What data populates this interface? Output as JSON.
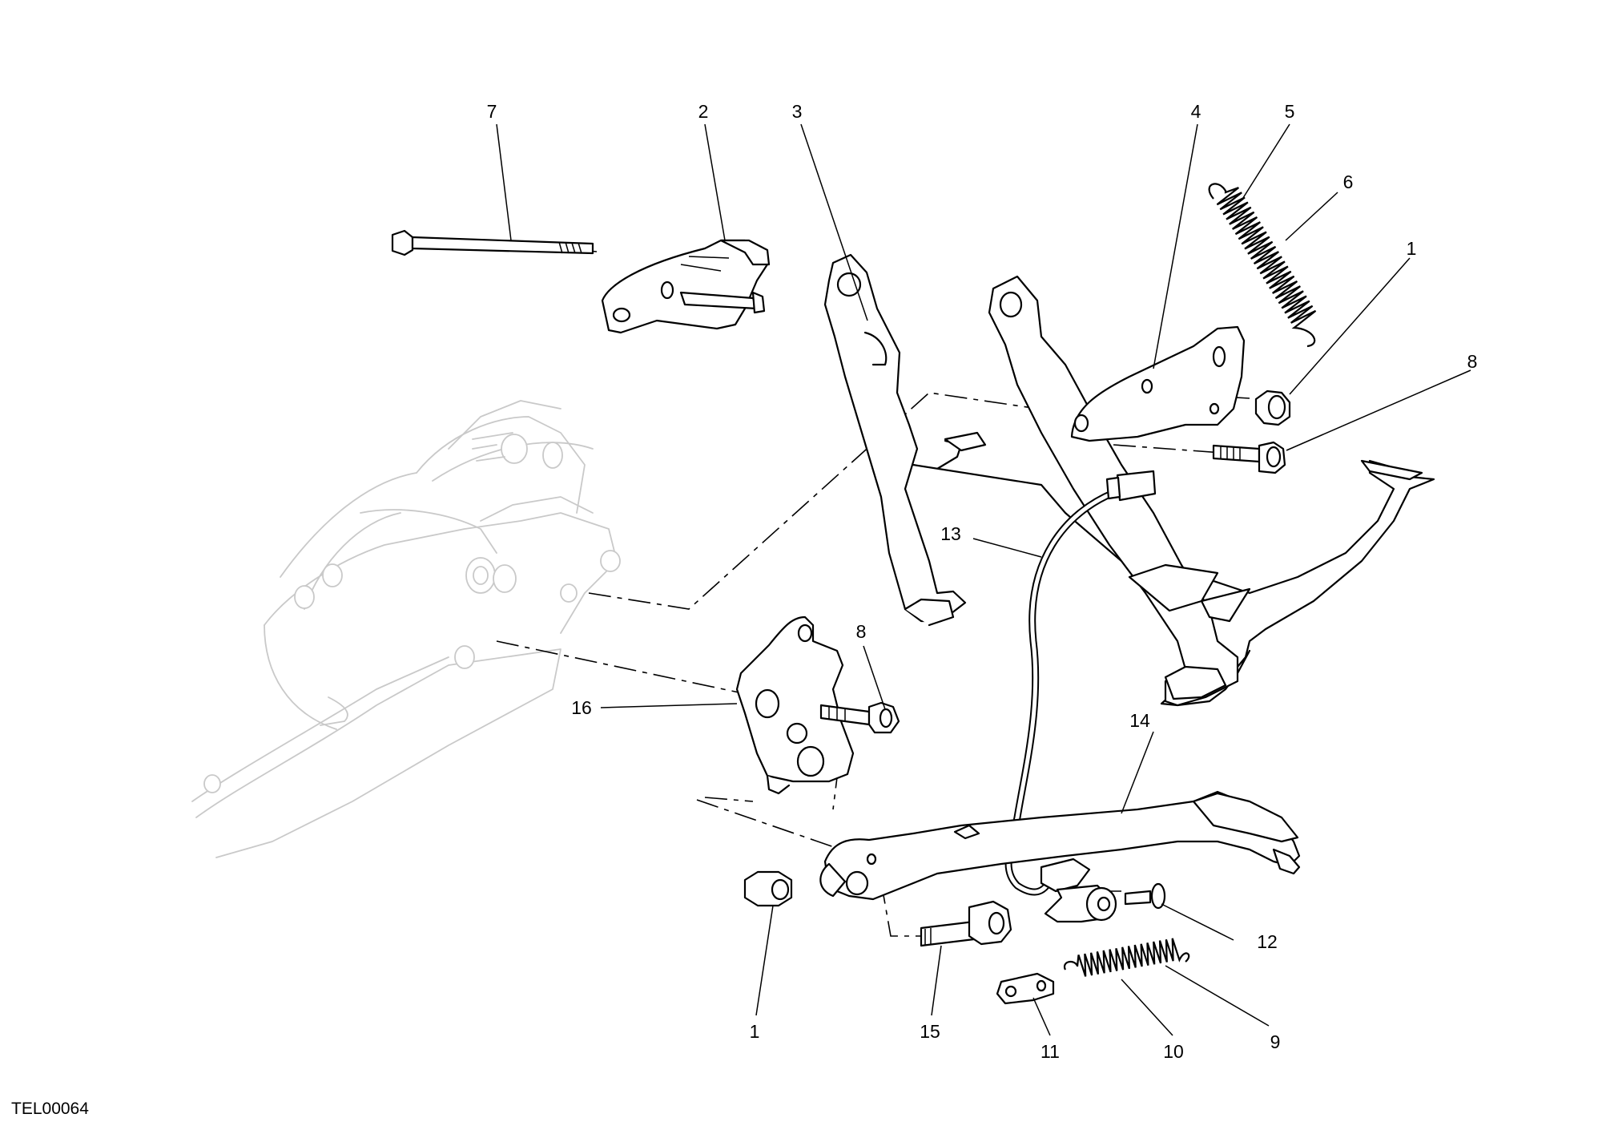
{
  "drawing_code": "TEL00064",
  "callouts": {
    "c7": "7",
    "c2": "2",
    "c3": "3",
    "c4": "4",
    "c5": "5",
    "c6": "6",
    "c1_top": "1",
    "c8_top": "8",
    "c13": "13",
    "c8_mid": "8",
    "c16": "16",
    "c14": "14",
    "c12": "12",
    "c1_bottom": "1",
    "c15": "15",
    "c11": "11",
    "c10": "10",
    "c9": "9"
  }
}
